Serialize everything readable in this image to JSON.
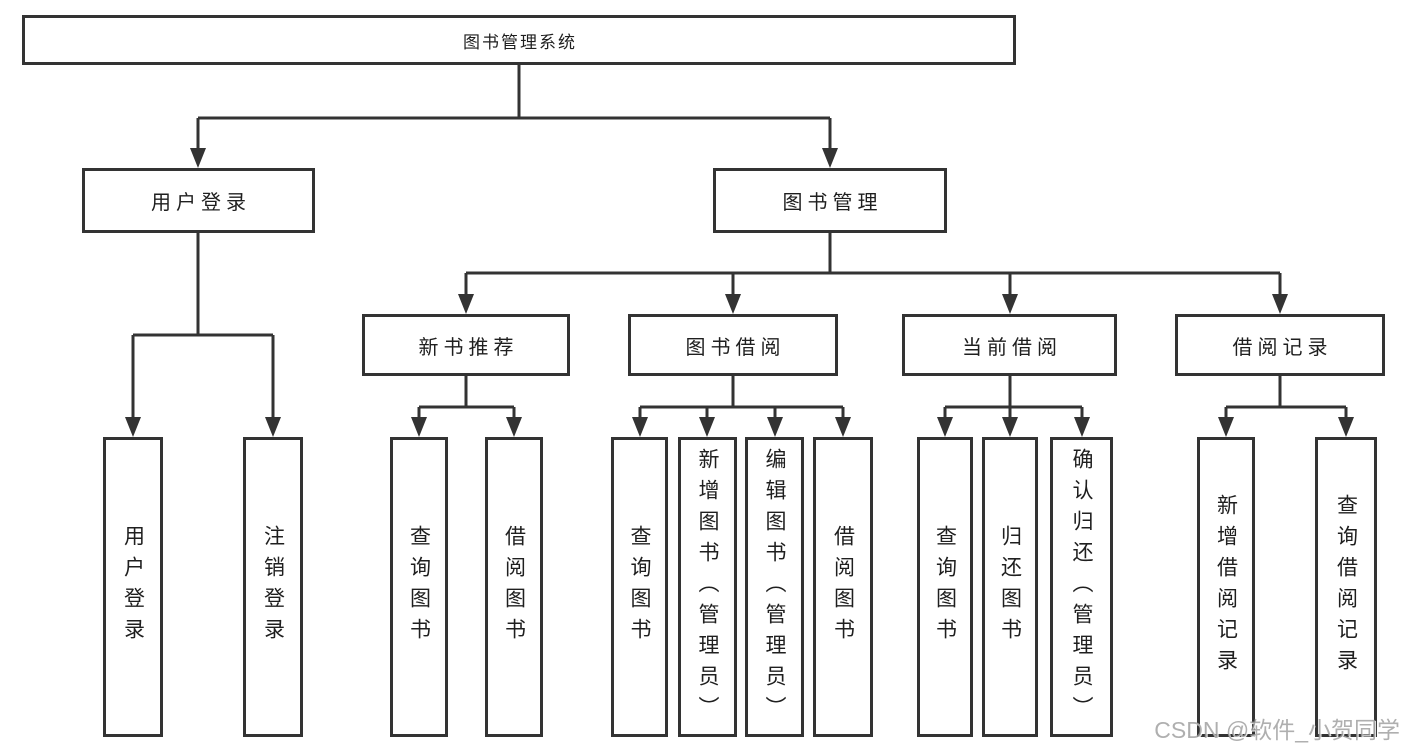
{
  "tree": {
    "root": "图书管理系统",
    "children": [
      {
        "label": "用户登录",
        "children": [
          "用户登录",
          "注销登录"
        ]
      },
      {
        "label": "图书管理",
        "children": [
          {
            "label": "新书推荐",
            "children": [
              "查询图书",
              "借阅图书"
            ]
          },
          {
            "label": "图书借阅",
            "children": [
              "查询图书",
              "新增图书（管理员）",
              "编辑图书（管理员）",
              "借阅图书"
            ]
          },
          {
            "label": "当前借阅",
            "children": [
              "查询图书",
              "归还图书",
              "确认归还（管理员）"
            ]
          },
          {
            "label": "借阅记录",
            "children": [
              "新增借阅记录",
              "查询借阅记录"
            ]
          }
        ]
      }
    ]
  },
  "watermark": "CSDN @软件_小贺同学",
  "colors": {
    "line": "#333333",
    "text": "#1f1f1f",
    "box_background": "#ffffff",
    "watermark": "#989898"
  }
}
